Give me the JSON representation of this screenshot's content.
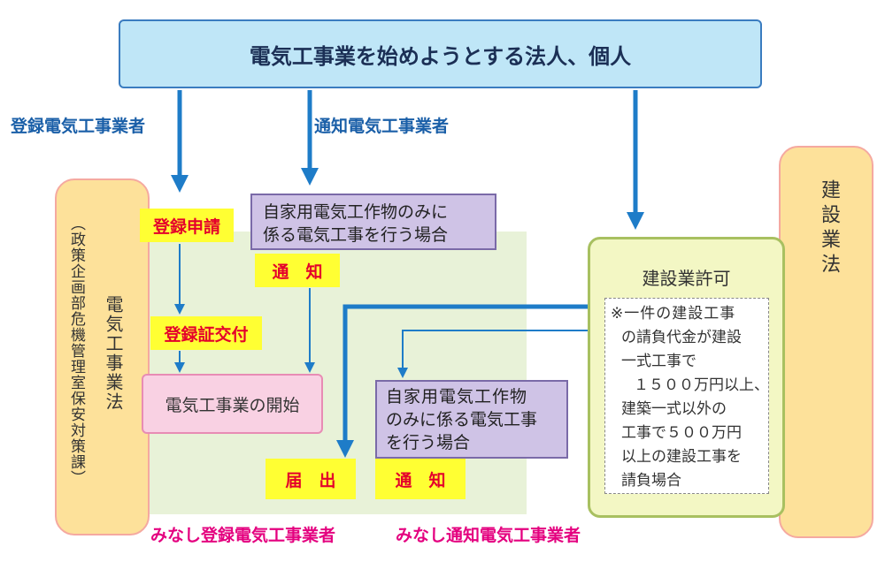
{
  "top_box": {
    "text": "電気工事業を始めようとする法人、個人"
  },
  "route_labels": {
    "registered": "登録電気工事業者",
    "notified": "通知電気工事業者"
  },
  "left_law": {
    "title": "電気工事業法",
    "dept": "（政策企画部危機管理室保安対策課）"
  },
  "right_law": {
    "title": "建設業法"
  },
  "steps": {
    "register_apply": "登録申請",
    "cert_issue": "登録証交付",
    "start_business": "電気工事業の開始",
    "notify_1": "通　知",
    "notify_2": "通　知",
    "report": "届　出"
  },
  "cases": {
    "self_use_1_line1": "自家用電気工作物のみに",
    "self_use_1_line2": "係る電気工事を行う場合",
    "self_use_2_line1": "自家用電気工作物",
    "self_use_2_line2": "のみに係る電気工事",
    "self_use_2_line3": "を行う場合"
  },
  "construction": {
    "title": "建設業許可",
    "note": [
      "※一件の建設工事",
      "の請負代金が建設",
      "一式工事で",
      "１５００万円以上、",
      "建築一式以外の",
      "工事で５００万円",
      "以上の建設工事を",
      "請負場合"
    ]
  },
  "bottom_labels": {
    "deemed_registered": "みなし登録電気工事業者",
    "deemed_notified": "みなし通知電気工事業者"
  },
  "colors": {
    "top_fill": "#bfe6f7",
    "top_border": "#3a7cc0",
    "arrow": "#1e7cc8",
    "label_blue": "#1a5fa8",
    "law_fill": "#fde19a",
    "law_border": "#f5a9a0",
    "green_area": "#e8f2d8",
    "case_fill": "#cfc3e6",
    "start_fill": "#f9d1e3",
    "highlight": "#ffff33",
    "magenta": "#e4007f"
  }
}
